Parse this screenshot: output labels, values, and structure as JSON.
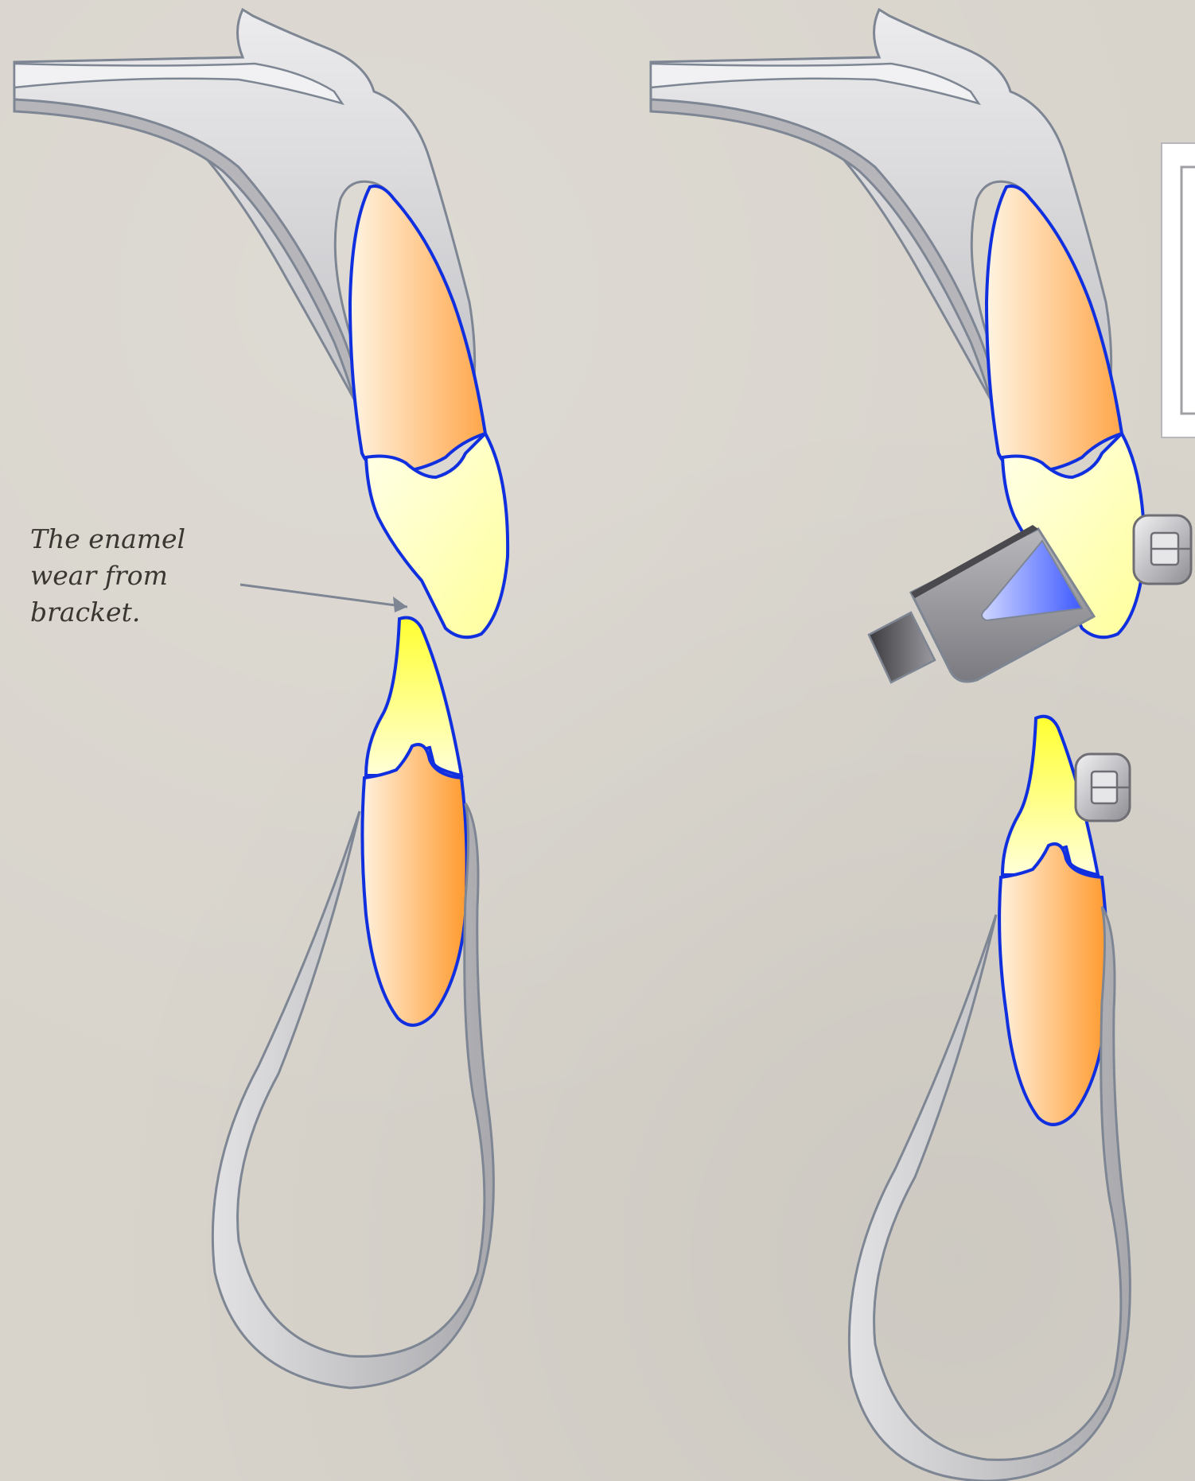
{
  "annotation": {
    "text": "The enamel\nwear from\nbracket."
  },
  "colors": {
    "background": "#d8d4cc",
    "gum_fill": "#cfcfd1",
    "gum_stroke": "#7e8694",
    "tooth_outline": "#1030e0",
    "root_orange": "#ffa64a",
    "crown_yellow": "#ffff5a",
    "bur_blue": "#4f6bff"
  },
  "figure": {
    "panels": [
      "before-debonding",
      "debonding-with-bur"
    ]
  }
}
